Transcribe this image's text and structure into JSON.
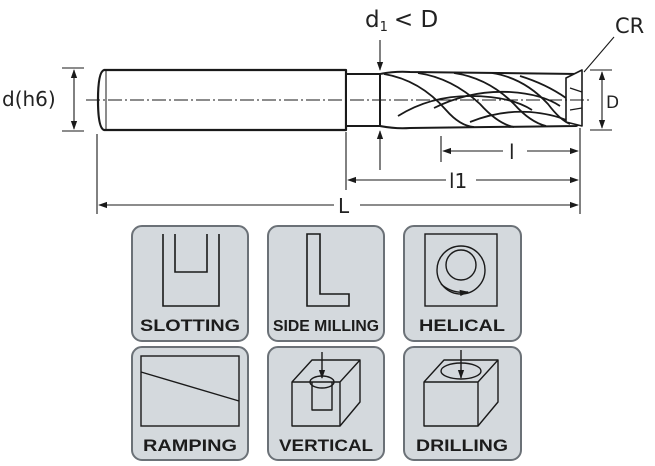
{
  "dimensions": {
    "shank_diameter": "d(h6)",
    "neck_relief": "d",
    "neck_relief_subscript": "1",
    "neck_relief_relation": "< D",
    "corner_radius": "CR",
    "cutter_diameter": "D",
    "flute_length": "l",
    "length_below_shank": "l1",
    "overall_length": "L"
  },
  "operations": [
    {
      "label": "SLOTTING"
    },
    {
      "label": "SIDE MILLING"
    },
    {
      "label": "HELICAL"
    },
    {
      "label": "RAMPING"
    },
    {
      "label": "VERTICAL"
    },
    {
      "label": "DRILLING"
    }
  ],
  "colors": {
    "tool_fill": "#ffffff",
    "tool_stroke": "#1a1a1a",
    "tile_fill": "#d4d9dd",
    "tile_stroke": "#6b7177",
    "tile_label": "#1c1c1c"
  }
}
